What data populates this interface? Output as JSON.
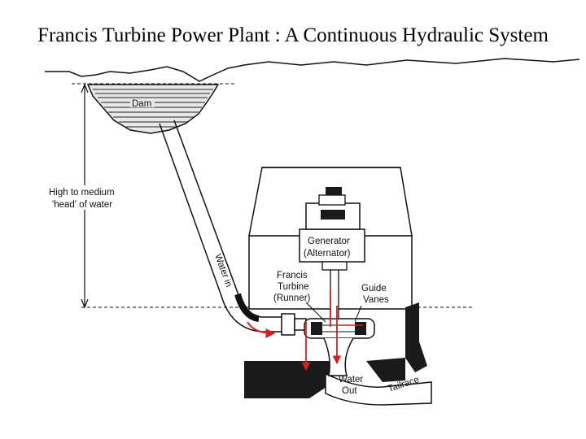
{
  "title": "Francis Turbine Power Plant : A Continuous Hydraulic System",
  "labels": {
    "dam": "Dam",
    "head_line1": "High to medium",
    "head_line2": "'head' of water",
    "water_in": "Water in",
    "generator_line1": "Generator",
    "generator_line2": "(Alternator)",
    "turbine_line1": "Francis",
    "turbine_line2": "Turbine",
    "turbine_line3": "(Runner)",
    "guide_line1": "Guide",
    "guide_line2": "Vanes",
    "water_out_line1": "Water",
    "water_out_line2": "Out",
    "tailrace": "Tailrace"
  },
  "colors": {
    "line": "#111111",
    "flow_arrow": "#d42020",
    "dark_fill": "#1a1a1a",
    "background": "#ffffff"
  }
}
